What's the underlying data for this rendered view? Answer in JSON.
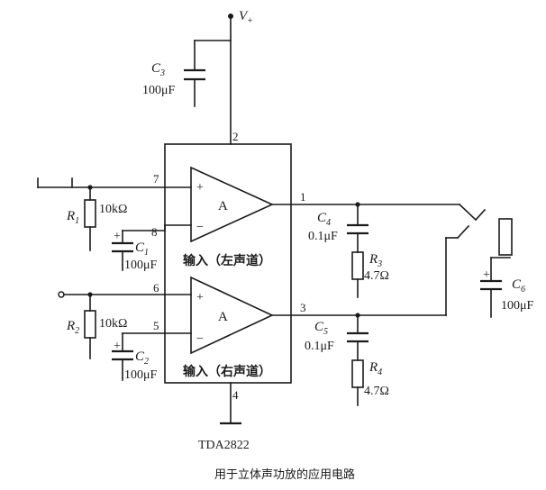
{
  "supply": {
    "main": "V",
    "sub": "+"
  },
  "chip": {
    "name": "TDA2822"
  },
  "amps": {
    "left": {
      "symbol": "A",
      "plus": "+",
      "minus": "−",
      "channel": "输入（左声道）"
    },
    "right": {
      "symbol": "A",
      "plus": "+",
      "minus": "−",
      "channel": "输入（右声道）"
    }
  },
  "pins": {
    "p1": "1",
    "p2": "2",
    "p3": "3",
    "p4": "4",
    "p5": "5",
    "p6": "6",
    "p7": "7",
    "p8": "8"
  },
  "components": {
    "C3": {
      "main": "C",
      "sub": "3",
      "value": "100μF"
    },
    "R1": {
      "main": "R",
      "sub": "1",
      "value": "10kΩ"
    },
    "C1": {
      "main": "C",
      "sub": "1",
      "value": "100μF",
      "pol": "+"
    },
    "R2": {
      "main": "R",
      "sub": "2",
      "value": "10kΩ"
    },
    "C2": {
      "main": "C",
      "sub": "2",
      "value": "100μF",
      "pol": "+"
    },
    "C4": {
      "main": "C",
      "sub": "4",
      "value": "0.1μF"
    },
    "R3": {
      "main": "R",
      "sub": "3",
      "value": "4.7Ω"
    },
    "C5": {
      "main": "C",
      "sub": "5",
      "value": "0.1μF"
    },
    "R4": {
      "main": "R",
      "sub": "4",
      "value": "4.7Ω"
    },
    "C6": {
      "main": "C",
      "sub": "6",
      "value": "100μF",
      "pol": "+"
    }
  },
  "caption": "用于立体声功放的应用电路"
}
